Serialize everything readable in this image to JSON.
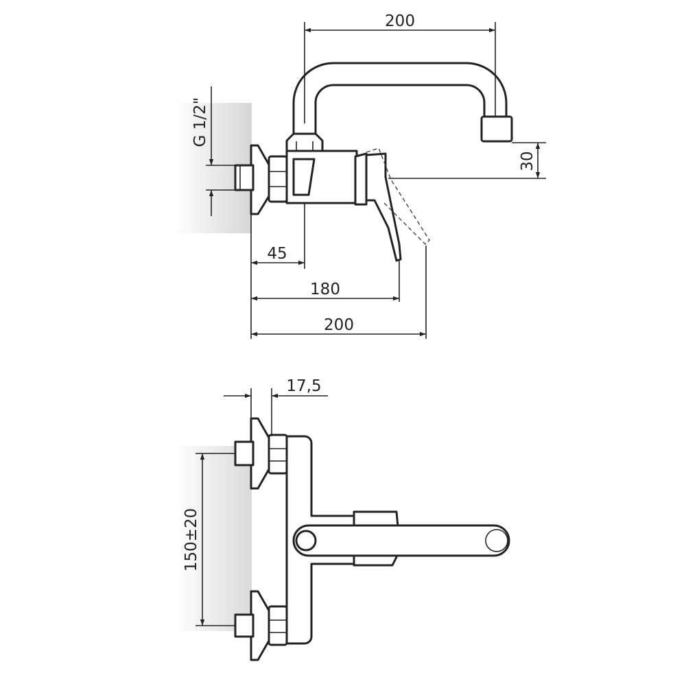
{
  "colors": {
    "line": "#222222",
    "background": "#ffffff",
    "wall_shadow": "#d6d6d6"
  },
  "dimensions": {
    "spout_reach": "200",
    "spout_height": "30",
    "connection_thread": "G 1/2\"",
    "body_offset": "45",
    "lever_reach": "180",
    "overall_depth": "200",
    "wall_plate": "17,5",
    "connection_spacing": "150±20"
  }
}
